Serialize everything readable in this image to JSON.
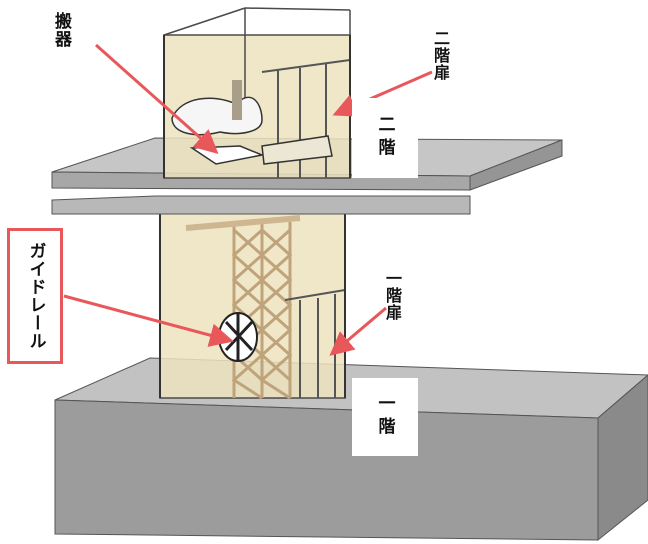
{
  "labels": {
    "hanki": "搬器",
    "second_floor_door": "二階扉",
    "second_floor": "二階",
    "guide_rail": "ガイドレール",
    "first_floor_door": "一階扉",
    "first_floor": "一階"
  },
  "colors": {
    "arrow": "#e8585a",
    "shaft_fill": "#ede3c0",
    "floor_top": "#bdbdbd",
    "floor_side": "#9a9a9a",
    "truss": "#e4d0b0",
    "outline": "#4a4a4a"
  }
}
